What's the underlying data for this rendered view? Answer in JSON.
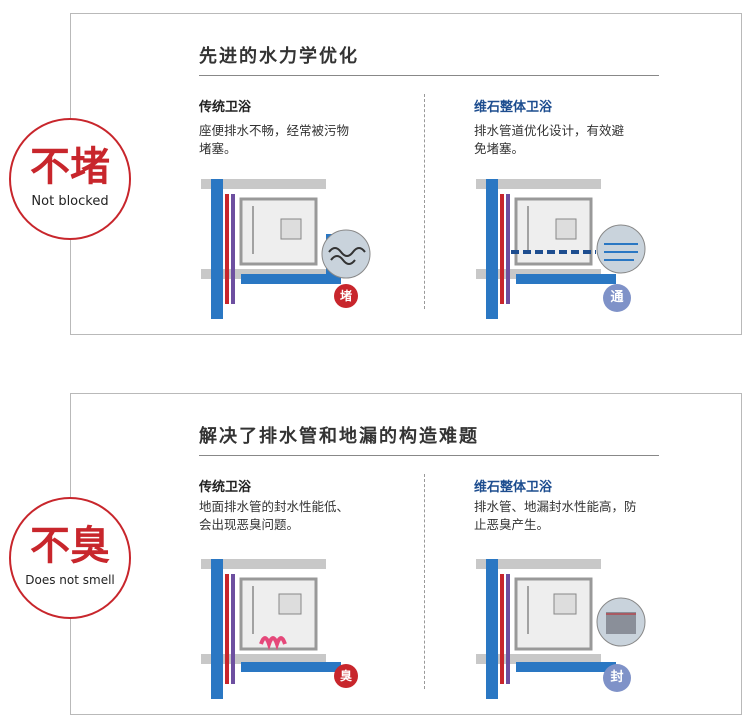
{
  "section1": {
    "badge": {
      "main": "不堵",
      "sub": "Not blocked"
    },
    "title": "先进的水力学优化",
    "left": {
      "heading": "传统卫浴",
      "desc_line1": "座便排水不畅，经常被污物",
      "desc_line2": "堵塞。",
      "icon_char": "堵"
    },
    "right": {
      "heading": "维石整体卫浴",
      "desc_line1": "排水管道优化设计，有效避",
      "desc_line2": "免堵塞。",
      "icon_char": "通"
    }
  },
  "section2": {
    "badge": {
      "main": "不臭",
      "sub": "Does not smell"
    },
    "title": "解决了排水管和地漏的构造难题",
    "left": {
      "heading": "传统卫浴",
      "desc_line1": "地面排水管的封水性能低、",
      "desc_line2": "会出现恶臭问题。",
      "icon_char": "臭"
    },
    "right": {
      "heading": "维石整体卫浴",
      "desc_line1": "排水管、地漏封水性能高，防",
      "desc_line2": "止恶臭产生。",
      "icon_char": "封"
    }
  },
  "colors": {
    "red": "#c8262c",
    "blue": "#1d4d8f",
    "pipe_blue": "#2a77c3",
    "icon_blue": "#7f92c8"
  }
}
